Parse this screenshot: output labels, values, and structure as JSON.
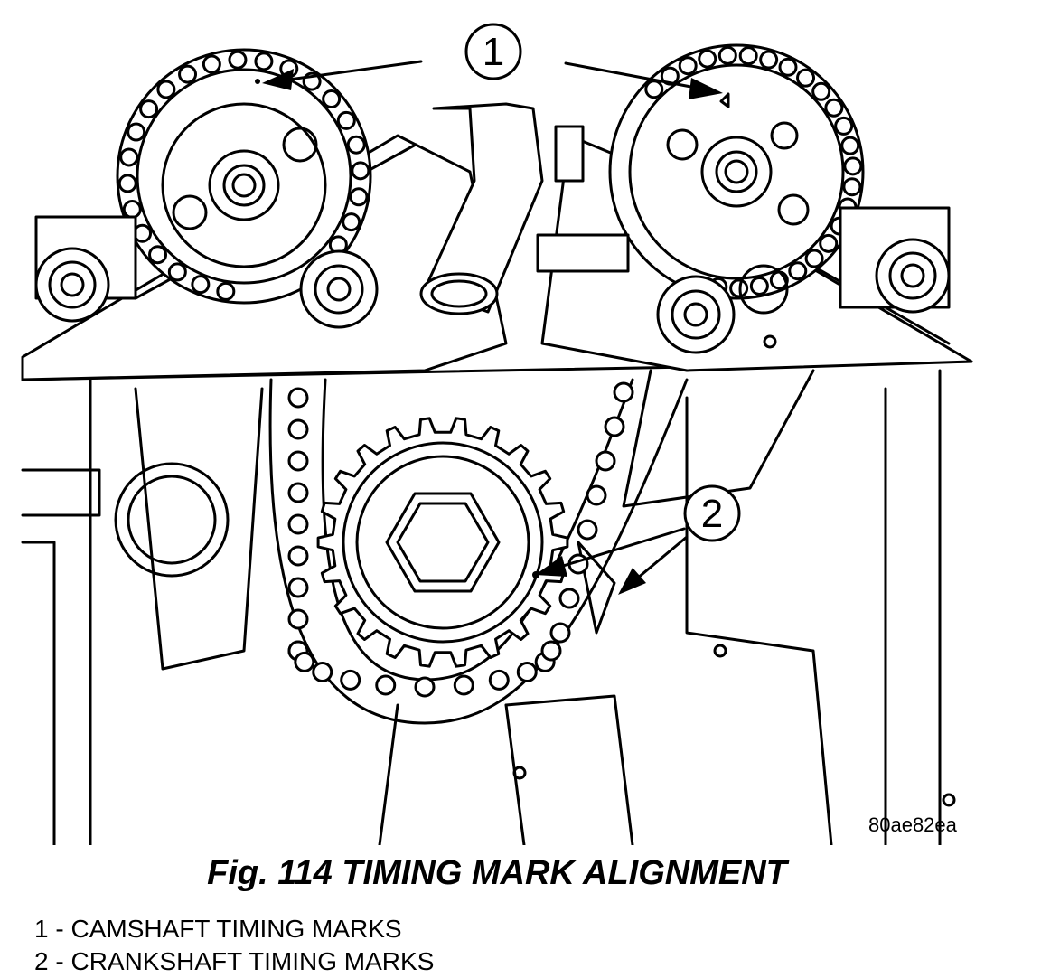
{
  "figure": {
    "caption": "Fig. 114 TIMING MARK ALIGNMENT",
    "reference_code": "80ae82ea"
  },
  "callouts": [
    {
      "number": "1",
      "label": "CAMSHAFT TIMING MARKS"
    },
    {
      "number": "2",
      "label": "CRANKSHAFT TIMING MARKS"
    }
  ],
  "legend": [
    {
      "number": "1",
      "separator": "-",
      "text": "CAMSHAFT TIMING MARKS"
    },
    {
      "number": "2",
      "separator": "-",
      "text": "CRANKSHAFT TIMING MARKS"
    }
  ]
}
